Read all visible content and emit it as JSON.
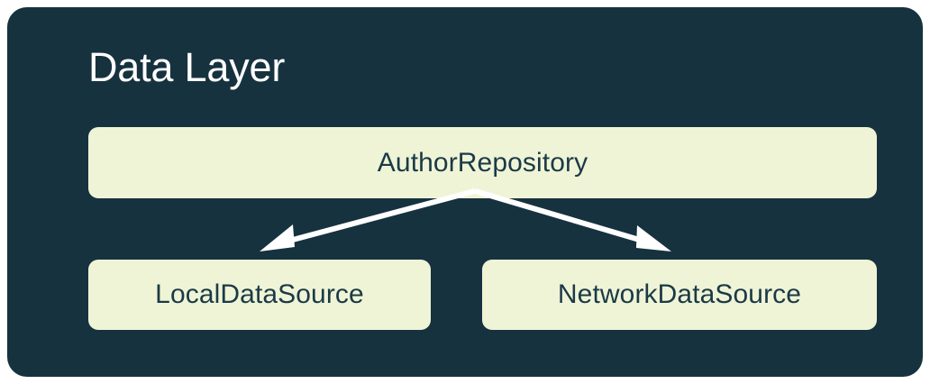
{
  "diagram": {
    "title": "Data Layer",
    "colors": {
      "page_background": "#FFFFFF",
      "card_background": "#16323F",
      "node_fill": "#EFF4D6",
      "node_text": "#1B3A47",
      "title_text": "#FFFFFF",
      "edge_stroke": "#FFFFFF"
    },
    "nodes": [
      {
        "id": "repository",
        "label": "AuthorRepository"
      },
      {
        "id": "local",
        "label": "LocalDataSource"
      },
      {
        "id": "network",
        "label": "NetworkDataSource"
      }
    ],
    "edges": [
      {
        "from": "repository",
        "to": "local",
        "arrow": "arrowhead-left"
      },
      {
        "from": "repository",
        "to": "network",
        "arrow": "arrowhead-right"
      }
    ]
  }
}
